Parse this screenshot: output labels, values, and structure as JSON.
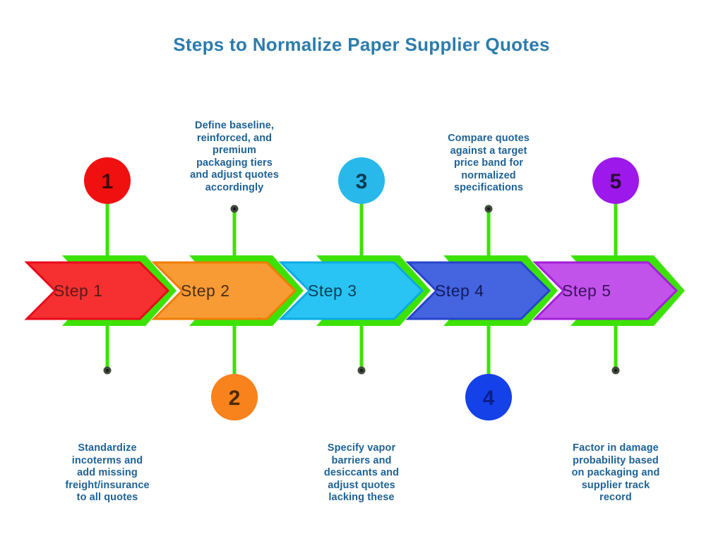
{
  "title": {
    "text": "Steps to Normalize Paper Supplier Quotes",
    "color": "#2b7cad"
  },
  "description_color": "#1e6296",
  "connector": {
    "green": "#3de205",
    "dot_outer": "#3f4a3b",
    "dot_inner": "#161616"
  },
  "steps": [
    {
      "label": "Step 1",
      "number": "1",
      "arrow_fill": "#f63030",
      "arrow_stroke": "#e8091c",
      "label_color": "#5c1a1a",
      "circle_fill": "#f01010",
      "number_color": "#3c0b0b",
      "circle_position": "top",
      "description": "Standardize\nincoterms and\nadd missing\nfreight/insurance\nto all quotes",
      "description_position": "bottom"
    },
    {
      "label": "Step 2",
      "number": "2",
      "arrow_fill": "#f89b35",
      "arrow_stroke": "#f07c04",
      "label_color": "#4a2e10",
      "circle_fill": "#f8821c",
      "number_color": "#4a2a06",
      "circle_position": "bottom",
      "description": "Define baseline,\nreinforced, and\npremium\npackaging tiers\nand adjust quotes\naccordingly",
      "description_position": "top"
    },
    {
      "label": "Step 3",
      "number": "3",
      "arrow_fill": "#29c4f4",
      "arrow_stroke": "#0aabe4",
      "label_color": "#0d3d55",
      "circle_fill": "#28b8ea",
      "number_color": "#0b3a52",
      "circle_position": "top",
      "description": "Specify vapor\nbarriers and\ndesiccants and\nadjust quotes\nlacking these",
      "description_position": "bottom"
    },
    {
      "label": "Step 4",
      "number": "4",
      "arrow_fill": "#4464e0",
      "arrow_stroke": "#2644cc",
      "label_color": "#131a5e",
      "circle_fill": "#1541e8",
      "number_color": "#0a1f8c",
      "circle_position": "bottom",
      "description": "Compare quotes\nagainst a target\nprice band for\nnormalized\nspecifications",
      "description_position": "top"
    },
    {
      "label": "Step 5",
      "number": "5",
      "arrow_fill": "#c253ea",
      "arrow_stroke": "#a31fd8",
      "label_color": "#3d1060",
      "circle_fill": "#9d18ea",
      "number_color": "#2a0a3a",
      "circle_position": "top",
      "description": "Factor in damage\nprobability based\non packaging and\nsupplier track\nrecord",
      "description_position": "bottom"
    }
  ]
}
